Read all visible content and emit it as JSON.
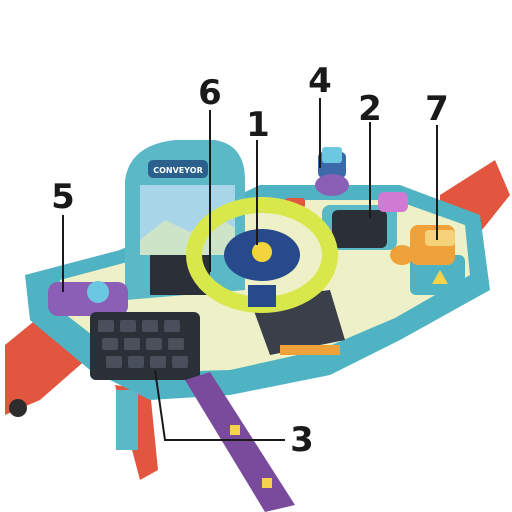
{
  "screen_label": "CONVEYOR",
  "callouts": [
    {
      "id": "1",
      "label": "1"
    },
    {
      "id": "2",
      "label": "2"
    },
    {
      "id": "3",
      "label": "3"
    },
    {
      "id": "4",
      "label": "4"
    },
    {
      "id": "5",
      "label": "5"
    },
    {
      "id": "6",
      "label": "6"
    },
    {
      "id": "7",
      "label": "7"
    }
  ],
  "colors": {
    "body_teal": "#4fb3c4",
    "deck_cream": "#eef0c8",
    "wing_red": "#e2553f",
    "wheel_lime": "#d8e84a",
    "hub_navy": "#274a8c",
    "tower_orange": "#f0a23a",
    "ramp_purple": "#7a4a9c",
    "pad_dark": "#2b2f38"
  }
}
